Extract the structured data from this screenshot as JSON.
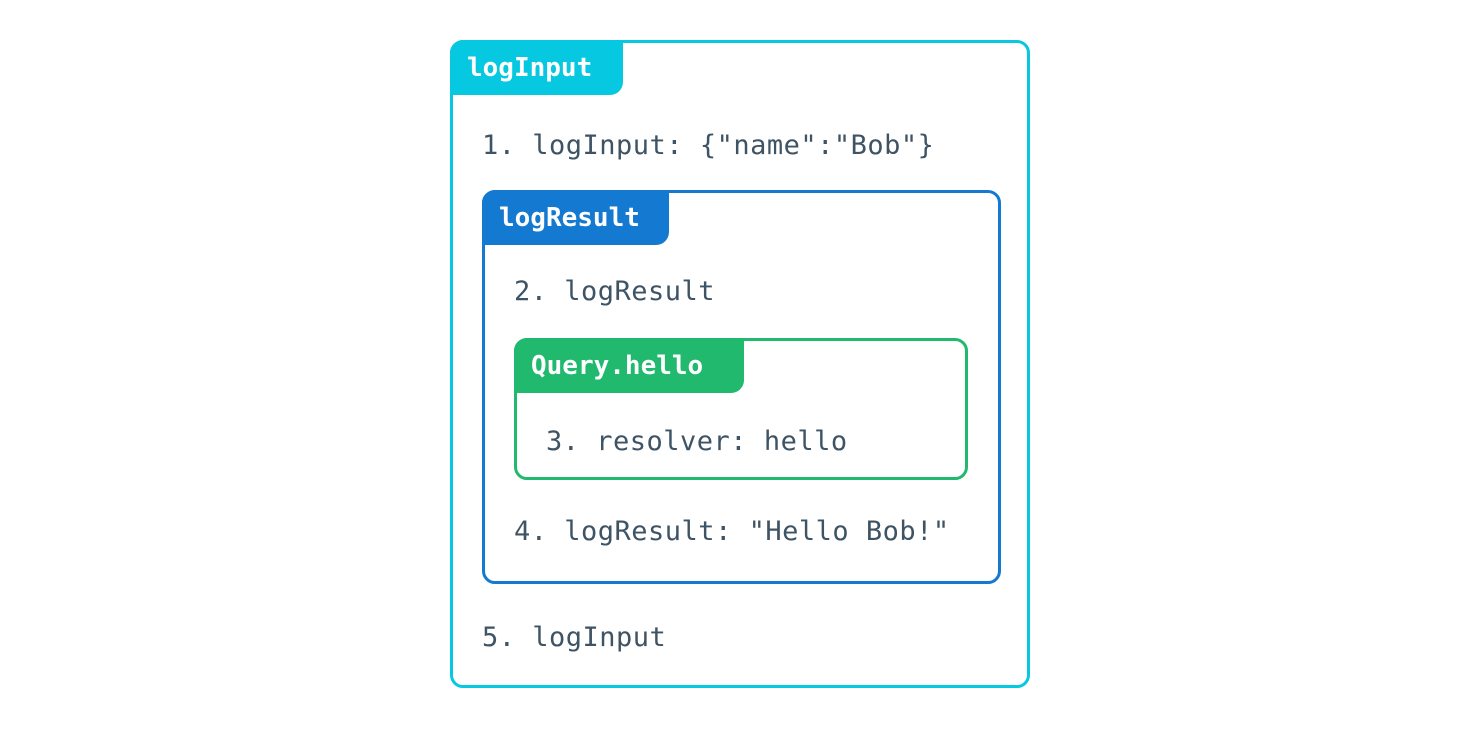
{
  "diagram": {
    "type": "nested-execution-trace",
    "background_color": "#ffffff",
    "text_color": "#3e5364",
    "boxes": [
      {
        "id": "logInput",
        "tab_label": "logInput",
        "color": "#06c8e0",
        "lines": [
          {
            "number": "1.",
            "text": "1. logInput: {\"name\":\"Bob\"}"
          },
          {
            "number": "5.",
            "text": "5. logInput"
          }
        ]
      },
      {
        "id": "logResult",
        "tab_label": "logResult",
        "color": "#1479d1",
        "lines": [
          {
            "number": "2.",
            "text": "2. logResult"
          },
          {
            "number": "4.",
            "text": "4. logResult: \"Hello Bob!\""
          }
        ]
      },
      {
        "id": "Query.hello",
        "tab_label": "Query.hello",
        "color": "#20b96e",
        "lines": [
          {
            "number": "3.",
            "text": "3. resolver: hello"
          }
        ]
      }
    ]
  }
}
